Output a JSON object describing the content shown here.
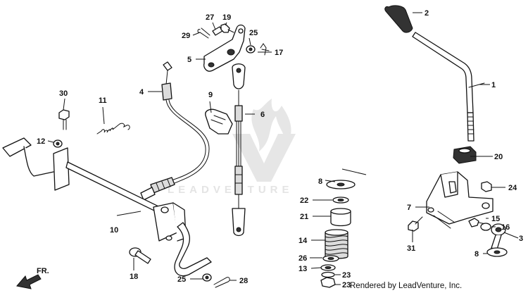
{
  "diagram": {
    "watermark_text": "LEADVENTURE",
    "direction_label": "FR.",
    "credit": "Rendered by LeadVenture, Inc.",
    "callouts": {
      "c1": "1",
      "c2": "2",
      "c3": "3",
      "c4": "4",
      "c5": "5",
      "c6": "6",
      "c7": "7",
      "c8a": "8",
      "c8b": "8",
      "c9": "9",
      "c10": "10",
      "c11": "11",
      "c12": "12",
      "c13": "13",
      "c14": "14",
      "c15": "15",
      "c16": "16",
      "c17": "17",
      "c18": "18",
      "c19": "19",
      "c20": "20",
      "c21": "21",
      "c22": "22",
      "c23a": "23",
      "c23b": "23",
      "c24": "24",
      "c25a": "25",
      "c25b": "25",
      "c26": "26",
      "c27": "27",
      "c28": "28",
      "c29": "29",
      "c30": "30",
      "c31": "31"
    }
  }
}
